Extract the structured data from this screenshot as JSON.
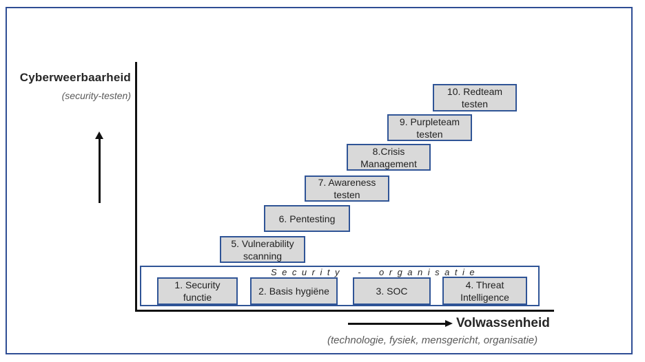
{
  "y_axis": {
    "title": "Cyberweerbaarheid",
    "subtitle": "(security-testen)"
  },
  "x_axis": {
    "title": "Volwassenheid",
    "subtitle": "(technologie, fysiek, mensgericht, organisatie)"
  },
  "steps": [
    {
      "line1": "5. Vulnerability",
      "line2": "scanning"
    },
    {
      "line1": "6. Pentesting",
      "line2": ""
    },
    {
      "line1": "7. Awareness",
      "line2": "testen"
    },
    {
      "line1": "8.Crisis",
      "line2": "Management"
    },
    {
      "line1": "9. Purpleteam",
      "line2": "testen"
    },
    {
      "line1": "10. Redteam",
      "line2": "testen"
    }
  ],
  "foundation": {
    "title": "Security - organisatie",
    "items": [
      {
        "line1": "1. Security",
        "line2": "functie"
      },
      {
        "line1": "2. Basis hygiëne",
        "line2": ""
      },
      {
        "line1": "3. SOC",
        "line2": ""
      },
      {
        "line1": "4. Threat",
        "line2": "Intelligence"
      }
    ]
  },
  "colors": {
    "frame_border": "#2e4d94",
    "box_border": "#2f5496",
    "box_fill": "#d9d9d9",
    "axis_black": "#111111",
    "text_dark": "#262626",
    "text_gray": "#595959"
  }
}
